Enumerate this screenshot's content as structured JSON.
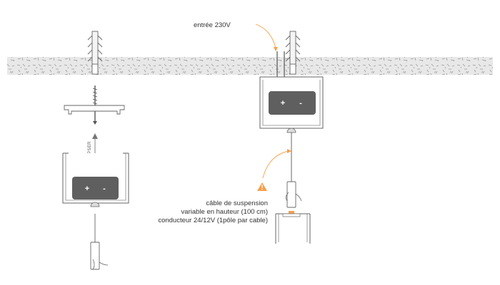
{
  "labels": {
    "mains_input": "entrée 230V",
    "clip": "CLIPSER",
    "suspension": [
      "câble de suspension",
      "variable en hauteur (100 cm)",
      "conducteur 24/12V (1pôle par cable)"
    ]
  },
  "driver": {
    "plus": "+",
    "minus": "-"
  },
  "colors": {
    "ceiling_fill": "#e6e6e6",
    "line": "#666666",
    "driver_box": "#5f5f5f",
    "accent": "#f5a04a"
  },
  "icons": [
    "wall-plug-icon",
    "screw-icon",
    "warning-icon",
    "arrow-up-icon"
  ]
}
